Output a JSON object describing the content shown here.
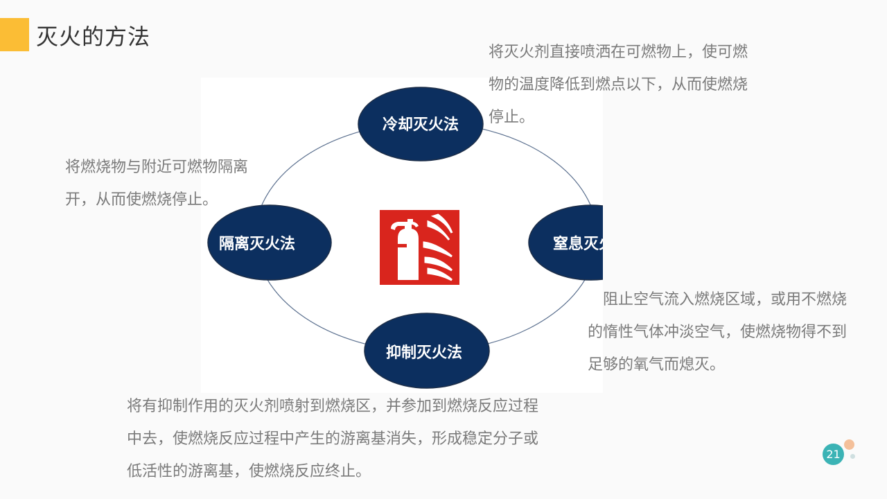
{
  "title": "灭火的方法",
  "nodes": {
    "cooling": "冷却灭火法",
    "isolation": "隔离灭火法",
    "suffocation": "窒息灭火法",
    "suppression": "抑制灭火法"
  },
  "descriptions": {
    "cooling": "将灭火剂直接喷洒在可燃物上，使可燃物的温度降低到燃点以下，从而使燃烧停止。",
    "isolation": "将燃烧物与附近可燃物隔离开，从而使燃烧停止。",
    "suffocation": "阻止空气流入燃烧区域，或用不燃烧的惰性气体冲淡空气，使燃烧物得不到足够的氧气而熄灭。",
    "suppression": "将有抑制作用的灭火剂喷射到燃烧区，并参加到燃烧反应过程中去，使燃烧反应过程中产生的游离基消失，形成稳定分子或低活性的游离基，使燃烧反应终止。"
  },
  "page_number": "21",
  "colors": {
    "accent": "#fbbd35",
    "node": "#0c2f5f",
    "sign": "#d9251d",
    "page_badge": "#3bb3b5"
  }
}
